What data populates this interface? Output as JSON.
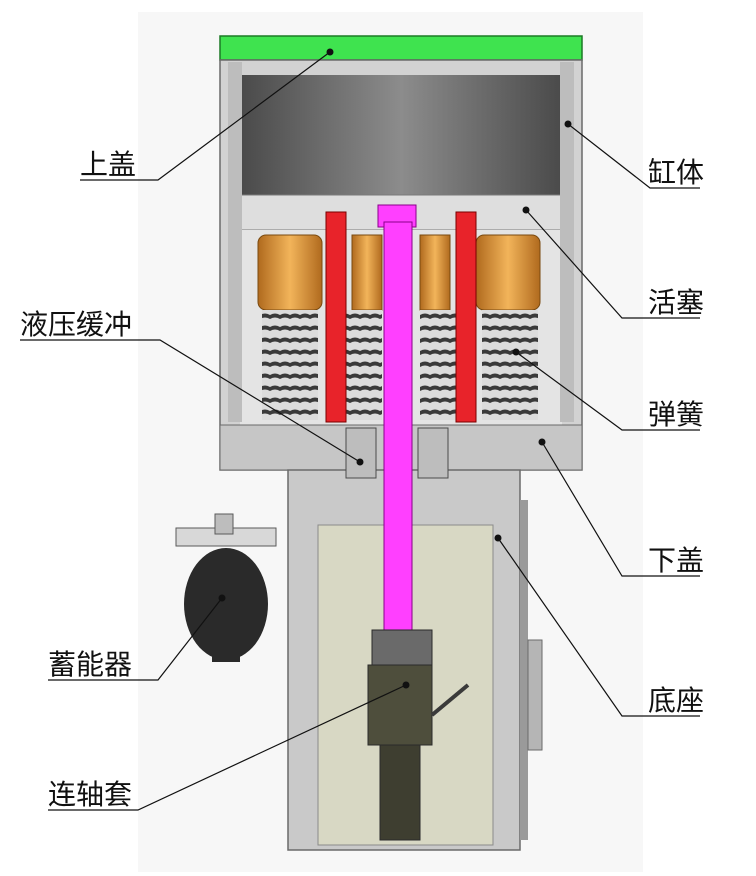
{
  "labels": {
    "top_cover": "上盖",
    "cylinder": "缸体",
    "piston": "活塞",
    "hydraulic_buffer": "液压缓冲",
    "spring": "弹簧",
    "bottom_cover": "下盖",
    "accumulator": "蓄能器",
    "base": "底座",
    "coupling_sleeve": "连轴套"
  },
  "colors": {
    "top_cover": "#3fe34f",
    "piston_rod": "#ff3fff",
    "spring_cup": "#e8a446",
    "red_rod": "#e8232a",
    "body_gray": "#cfcfcf",
    "dark_gray": "#5a5a5a",
    "accumulator": "#2a2a2a"
  }
}
